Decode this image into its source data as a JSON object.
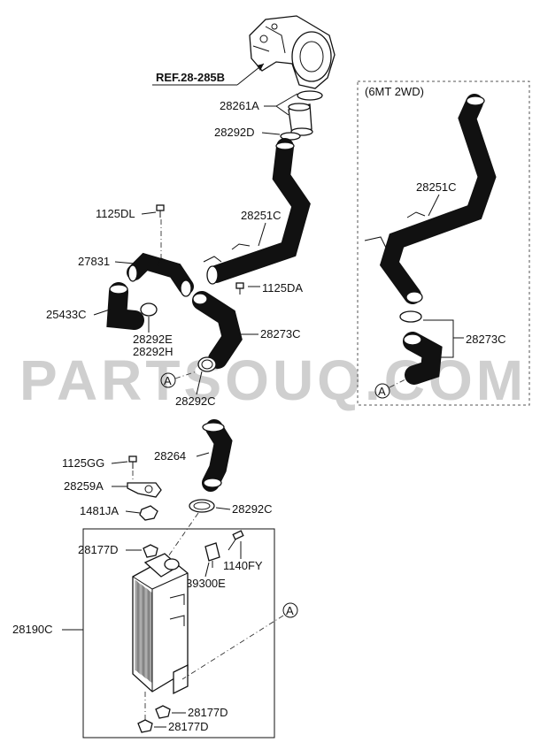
{
  "watermark": "PARTSOUQ.COM",
  "reference": "REF.28-285B",
  "variant_box": {
    "title": "(6MT 2WD)"
  },
  "callout_marker": "A",
  "labels": {
    "p28261A": "28261A",
    "p28292D": "28292D",
    "p28251C_main": "28251C",
    "p28251C_alt": "28251C",
    "p1125DL": "1125DL",
    "p27831": "27831",
    "p1125DA": "1125DA",
    "p25433C": "25433C",
    "p28292E": "28292E",
    "p28292H": "28292H",
    "p28273C_main": "28273C",
    "p28273C_alt": "28273C",
    "p28292C_upper": "28292C",
    "p28264": "28264",
    "p1125GG": "1125GG",
    "p28259A": "28259A",
    "p28292C_lower": "28292C",
    "p1481JA": "1481JA",
    "p28177D_top": "28177D",
    "p1140FY": "1140FY",
    "p39300E": "39300E",
    "p28190C": "28190C",
    "p28177D_bot1": "28177D",
    "p28177D_bot2": "28177D"
  }
}
